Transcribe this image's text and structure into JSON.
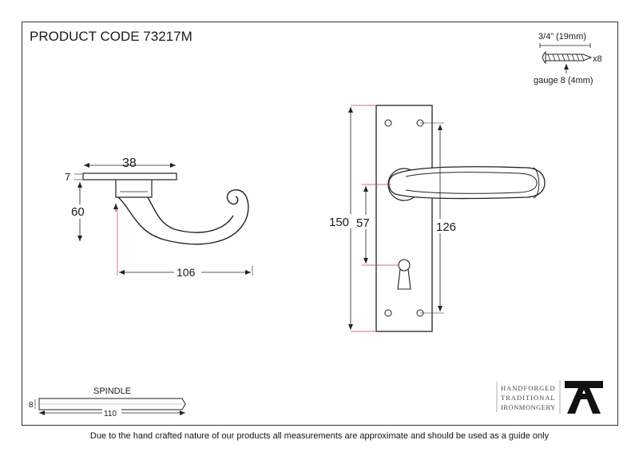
{
  "product_code": "PRODUCT CODE  73217M",
  "screw": {
    "length": "3/4” (19mm)",
    "quantity": "x8",
    "gauge": "gauge 8 (4mm)"
  },
  "lever_side": {
    "width": "38",
    "rose_thickness": "7",
    "height": "60",
    "projection": "106"
  },
  "backplate": {
    "height": "150",
    "centres": "57",
    "fixings": "126"
  },
  "spindle": {
    "label": "SPINDLE",
    "thickness": "8",
    "length": "110"
  },
  "logo": {
    "line1": "HANDFORGED",
    "line2": "TRADITIONAL",
    "line3": "IRONMONGERY"
  },
  "disclaimer": "Due to the hand crafted nature of our products all measurements are approximate and should be used as a guide only"
}
